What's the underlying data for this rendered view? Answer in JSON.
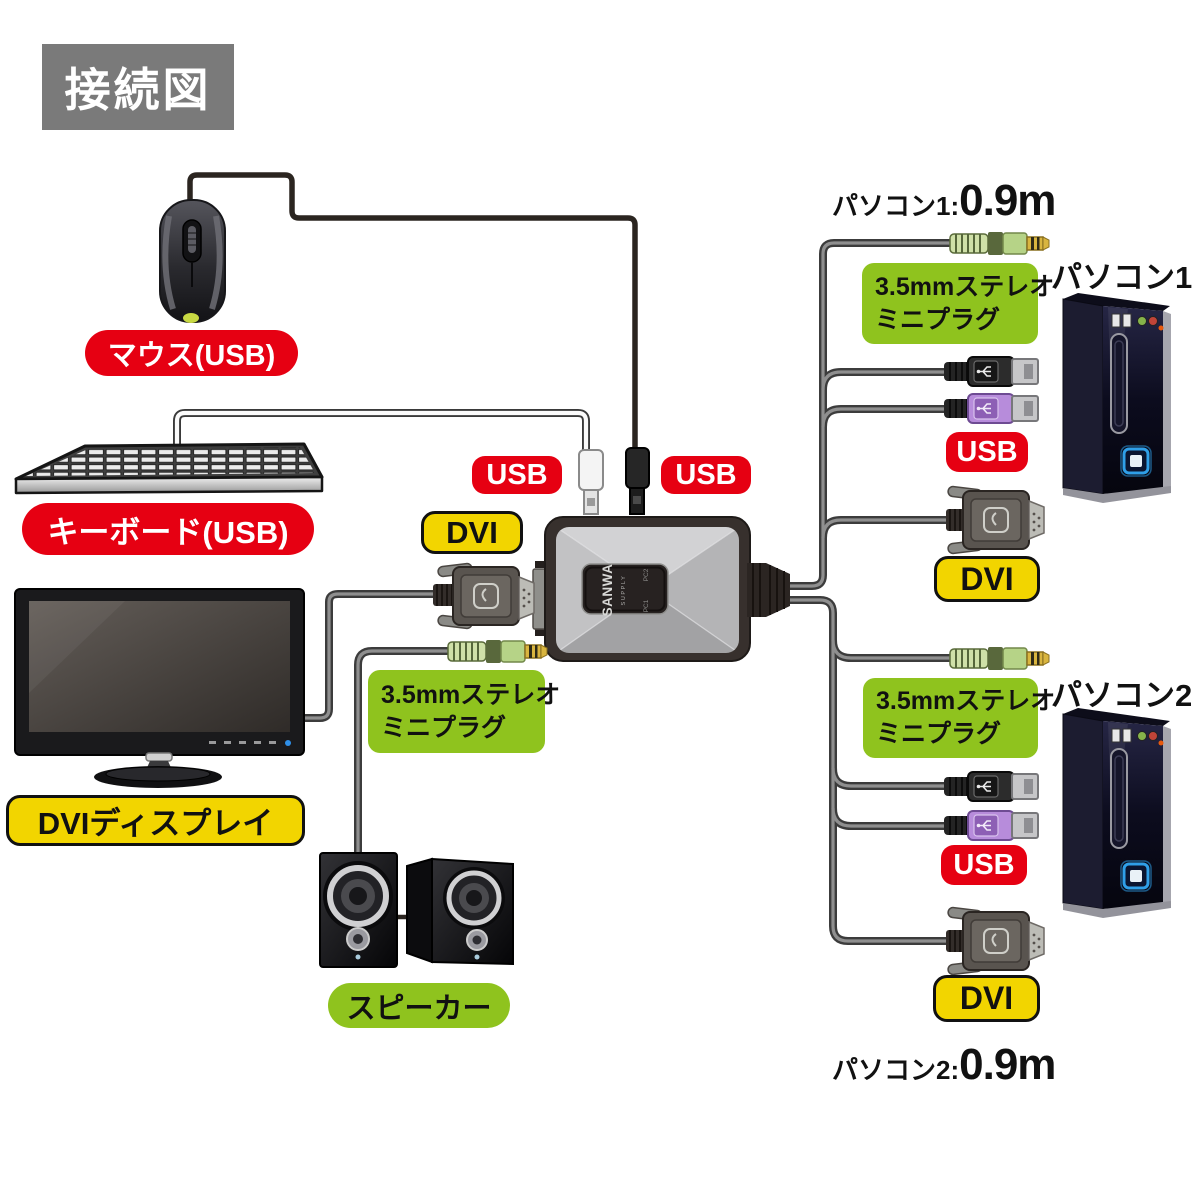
{
  "title": "接続図",
  "labels": {
    "mouse": "マウス(USB)",
    "keyboard": "キーボード(USB)",
    "usb": "USB",
    "dvi": "DVI",
    "stereo1": "3.5mmステレオ",
    "stereo2": "ミニプラグ",
    "display": "DVIディスプレイ",
    "speaker": "スピーカー"
  },
  "pc1": {
    "name": "パソコン1",
    "cable_label": "パソコン1:",
    "cable_length": "0.9m"
  },
  "pc2": {
    "name": "パソコン2",
    "cable_label": "パソコン2:",
    "cable_length": "0.9m"
  },
  "device": {
    "brand": "SANWA",
    "brand_sub": "SUPPLY",
    "port_top": "PC2",
    "port_bottom": "PC1"
  },
  "colors": {
    "red": "#e60012",
    "yellow": "#f2d500",
    "green": "#8fc31e",
    "gray": "#7a7a7a"
  }
}
